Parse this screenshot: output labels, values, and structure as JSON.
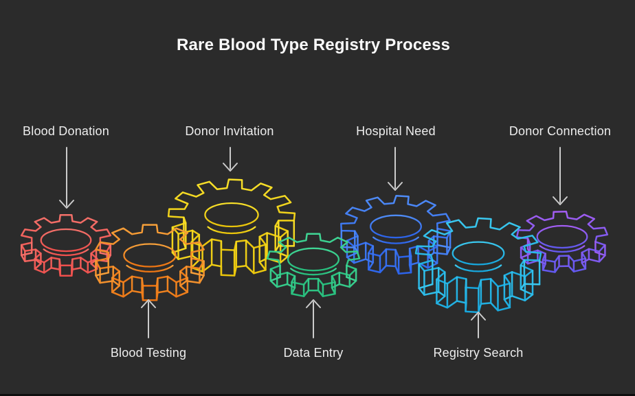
{
  "title": "Rare Blood Type Registry Process",
  "colors": {
    "background": "#2b2b2b",
    "title_text": "#fafafa",
    "label_text": "#ededed",
    "arrow": "#cccccc",
    "bottom_edge": "#0f0f0f"
  },
  "steps": [
    {
      "id": "blood-donation",
      "label": "Blood Donation",
      "row": "top",
      "gear_color_start": "#f4716a",
      "gear_color_end": "#ee4f4c"
    },
    {
      "id": "blood-testing",
      "label": "Blood Testing",
      "row": "bottom",
      "gear_color_start": "#f6a03a",
      "gear_color_end": "#ec7412"
    },
    {
      "id": "donor-invitation",
      "label": "Donor Invitation",
      "row": "top",
      "gear_color_start": "#f8e02a",
      "gear_color_end": "#e9c40a"
    },
    {
      "id": "data-entry",
      "label": "Data Entry",
      "row": "bottom",
      "gear_color_start": "#40d695",
      "gear_color_end": "#27bd7c"
    },
    {
      "id": "hospital-need",
      "label": "Hospital Need",
      "row": "top",
      "gear_color_start": "#4f8cf7",
      "gear_color_end": "#2c63ea"
    },
    {
      "id": "registry-search",
      "label": "Registry Search",
      "row": "bottom",
      "gear_color_start": "#3bc9f0",
      "gear_color_end": "#17a6dc"
    },
    {
      "id": "donor-connection",
      "label": "Donor Connection",
      "row": "top",
      "gear_color_start": "#a35df2",
      "gear_color_end": "#6159ee"
    }
  ]
}
